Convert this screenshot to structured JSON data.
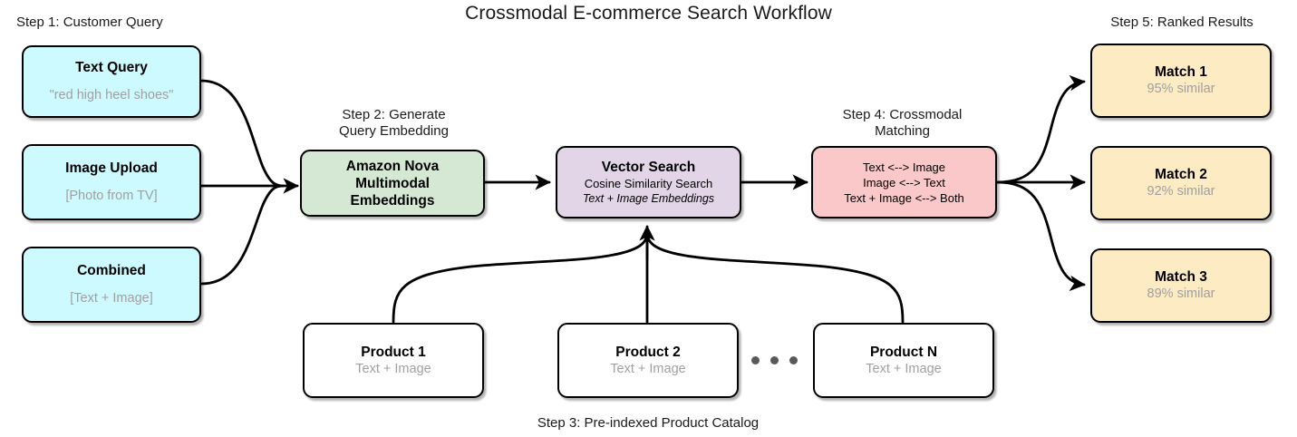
{
  "title": "Crossmodal E-commerce Search Workflow",
  "steps": {
    "step1": "Step 1: Customer Query",
    "step2": "Step 2: Generate\nQuery Embedding",
    "step3": "Step 3: Pre-indexed Product Catalog",
    "step4": "Step 4: Crossmodal\nMatching",
    "step5": "Step 5: Ranked Results"
  },
  "colors": {
    "query_fill": "#CCFAFF",
    "embedding_fill": "#D5E8D4",
    "vector_fill": "#E1D5E7",
    "matching_fill": "#FAC8C8",
    "result_fill": "#FDEBC3",
    "product_fill": "#FFFFFF",
    "border": "#000000",
    "muted_text": "#A0A0A0",
    "dot": "#595959"
  },
  "inputs": [
    {
      "title": "Text Query",
      "detail": "\"red high heel shoes\""
    },
    {
      "title": "Image Upload",
      "detail": "[Photo from TV]"
    },
    {
      "title": "Combined",
      "detail": "[Text + Image]"
    }
  ],
  "embedding": {
    "line1": "Amazon Nova",
    "line2": "Multimodal",
    "line3": "Embeddings"
  },
  "vector_search": {
    "title": "Vector Search",
    "subtitle": "Cosine Similarity Search",
    "note": "Text + Image Embeddings"
  },
  "matching": {
    "line1": "Text <--> Image",
    "line2": "Image <--> Text",
    "line3": "Text + Image <--> Both"
  },
  "results": [
    {
      "title": "Match 1",
      "detail": "95% similar"
    },
    {
      "title": "Match 2",
      "detail": "92% similar"
    },
    {
      "title": "Match 3",
      "detail": "89% similar"
    }
  ],
  "products": [
    {
      "title": "Product 1",
      "detail": "Text + Image"
    },
    {
      "title": "Product 2",
      "detail": "Text + Image"
    },
    {
      "title": "Product N",
      "detail": "Text + Image"
    }
  ],
  "ellipsis": "• • •"
}
